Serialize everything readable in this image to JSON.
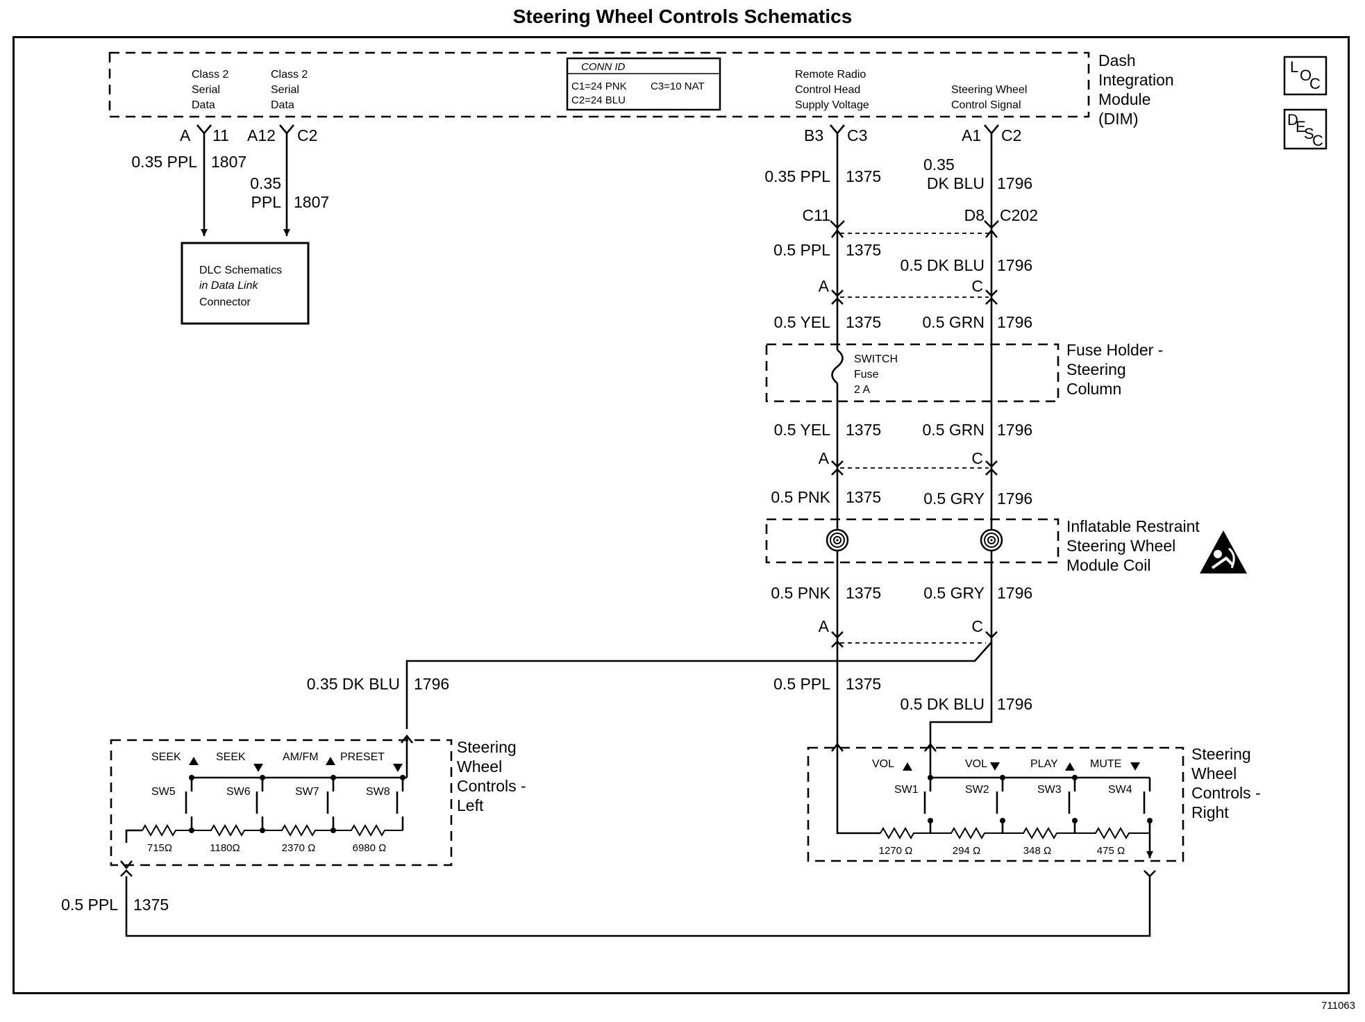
{
  "title": "Steering Wheel Controls Schematics",
  "figure_number": "711063",
  "icons": {
    "loc": "loc-icon",
    "desc": "desc-icon",
    "airbag": "airbag-warning-icon"
  },
  "icon_text": {
    "loc_l": "L",
    "loc_o": "O",
    "loc_c": "C",
    "desc_d": "D",
    "desc_e": "E",
    "desc_s": "S",
    "desc_c": "C"
  },
  "dim": {
    "name_lines": [
      "Dash",
      "Integration",
      "Module",
      "(DIM)"
    ],
    "class2_left": [
      "Class 2",
      "Serial",
      "Data"
    ],
    "class2_right": [
      "Class 2",
      "Serial",
      "Data"
    ],
    "conn_id": {
      "title": "CONN ID",
      "c1": "C1=24 PNK",
      "c3": "C3=10 NAT",
      "c2": "C2=24 BLU"
    },
    "radio_supply": [
      "Remote Radio",
      "Control Head",
      "Supply Voltage"
    ],
    "swc_signal": [
      "Steering Wheel",
      "Control Signal"
    ],
    "pins": {
      "a": "A",
      "p11": "11",
      "a12": "A12",
      "c2": "C2",
      "b3": "B3",
      "c3": "C3",
      "a1": "A1",
      "c2b": "C2"
    }
  },
  "dlc_wires": {
    "w1_gauge": "0.35 PPL",
    "w1_circuit": "1807",
    "w2_gauge_l1": "0.35",
    "w2_gauge_l2": "PPL",
    "w2_circuit": "1807"
  },
  "dlc_box": [
    "DLC Schematics",
    "in Data Link",
    "Connector"
  ],
  "seg1": {
    "l_gauge": "0.35 PPL",
    "l_circuit": "1375",
    "r_gauge_l1": "0.35",
    "r_gauge_l2": "DK BLU",
    "r_circuit": "1796"
  },
  "c202": {
    "l_pin": "C11",
    "r_pin": "D8",
    "name": "C202"
  },
  "seg2": {
    "l_gauge": "0.5 PPL",
    "l_circuit": "1375",
    "r_gauge": "0.5 DK BLU",
    "r_circuit": "1796",
    "l_pin": "A",
    "r_pin": "C"
  },
  "seg3": {
    "l_gauge": "0.5 YEL",
    "l_circuit": "1375",
    "r_gauge": "0.5 GRN",
    "r_circuit": "1796"
  },
  "fuse_holder": {
    "label": [
      "Fuse Holder -",
      "Steering",
      "Column"
    ],
    "fuse": [
      "SWITCH",
      "Fuse",
      "2 A"
    ]
  },
  "seg4": {
    "l_gauge": "0.5 YEL",
    "l_circuit": "1375",
    "r_gauge": "0.5 GRN",
    "r_circuit": "1796",
    "l_pin": "A",
    "r_pin": "C"
  },
  "seg5": {
    "l_gauge": "0.5 PNK",
    "l_circuit": "1375",
    "r_gauge": "0.5 GRY",
    "r_circuit": "1796"
  },
  "coil": {
    "label": [
      "Inflatable Restraint",
      "Steering Wheel",
      "Module Coil"
    ]
  },
  "seg6": {
    "l_gauge": "0.5 PNK",
    "l_circuit": "1375",
    "r_gauge": "0.5 GRY",
    "r_circuit": "1796",
    "l_pin": "A",
    "r_pin": "C"
  },
  "seg7": {
    "left_gauge": "0.35 DK BLU",
    "left_circuit": "1796",
    "l_gauge": "0.5 PPL",
    "l_circuit": "1375",
    "r_gauge": "0.5 DK BLU",
    "r_circuit": "1796"
  },
  "swc_left": {
    "label": [
      "Steering",
      "Wheel",
      "Controls -",
      "Left"
    ],
    "buttons": [
      "SEEK",
      "SEEK",
      "AM/FM",
      "PRESET"
    ],
    "switches": [
      "SW5",
      "SW6",
      "SW7",
      "SW8"
    ],
    "resistors": [
      "715Ω",
      "1180Ω",
      "2370 Ω",
      "6980 Ω"
    ]
  },
  "swc_right": {
    "label": [
      "Steering",
      "Wheel",
      "Controls -",
      "Right"
    ],
    "buttons": [
      "VOL",
      "VOL",
      "PLAY",
      "MUTE"
    ],
    "switches": [
      "SW1",
      "SW2",
      "SW3",
      "SW4"
    ],
    "resistors": [
      "1270 Ω",
      "294 Ω",
      "348 Ω",
      "475 Ω"
    ]
  },
  "return_wire": {
    "gauge": "0.5 PPL",
    "circuit": "1375"
  }
}
